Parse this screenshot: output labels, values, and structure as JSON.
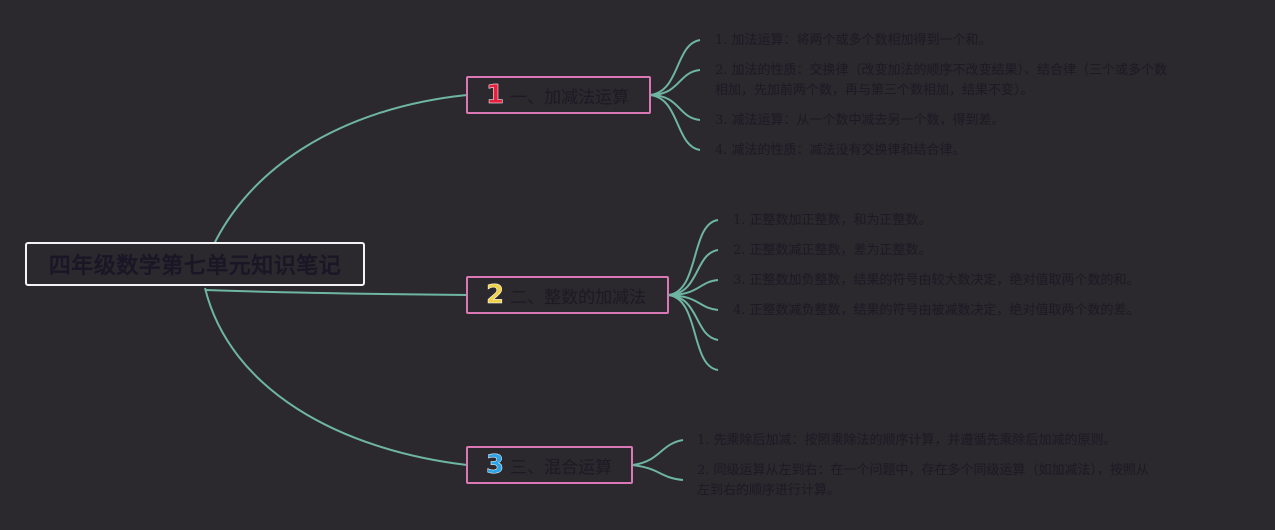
{
  "root": {
    "title": "四年级数学第七单元知识笔记"
  },
  "branches": [
    {
      "number": "1",
      "number_color": "#e8203f",
      "label": "一、加减法运算",
      "items": [
        "1. 加法运算：将两个或多个数相加得到一个和。",
        "2. 加法的性质：交换律（改变加法的顺序不改变结果）、结合律（三个或多个数",
        "相加，先加前两个数，再与第三个数相加，结果不变）。",
        "3. 减法运算：从一个数中减去另一个数，得到差。",
        "4. 减法的性质：减法没有交换律和结合律。"
      ]
    },
    {
      "number": "2",
      "number_color": "#f0d24a",
      "label": "二、整数的加减法",
      "items": [
        "1. 正整数加正整数，和为正整数。",
        "2. 正整数减正整数，差为正整数。",
        "3. 正整数加负整数，结果的符号由较大数决定，绝对值取两个数的和。",
        "4. 正整数减负整数，结果的符号由被减数决定，绝对值取两个数的差。"
      ]
    },
    {
      "number": "3",
      "number_color": "#2aa4e6",
      "label": "三、混合运算",
      "items": [
        "1. 先乘除后加减：按照乘除法的顺序计算，并遵循先乘除后加减的原则。",
        "2. 同级运算从左到右：在一个问题中，存在多个同级运算（如加减法），按照从",
        "左到右的顺序进行计算。"
      ]
    }
  ],
  "colors": {
    "background": "#2b282e",
    "connector": "#6fb5a3",
    "branch_border": "#d978b4",
    "root_border": "#f3f3f3"
  }
}
